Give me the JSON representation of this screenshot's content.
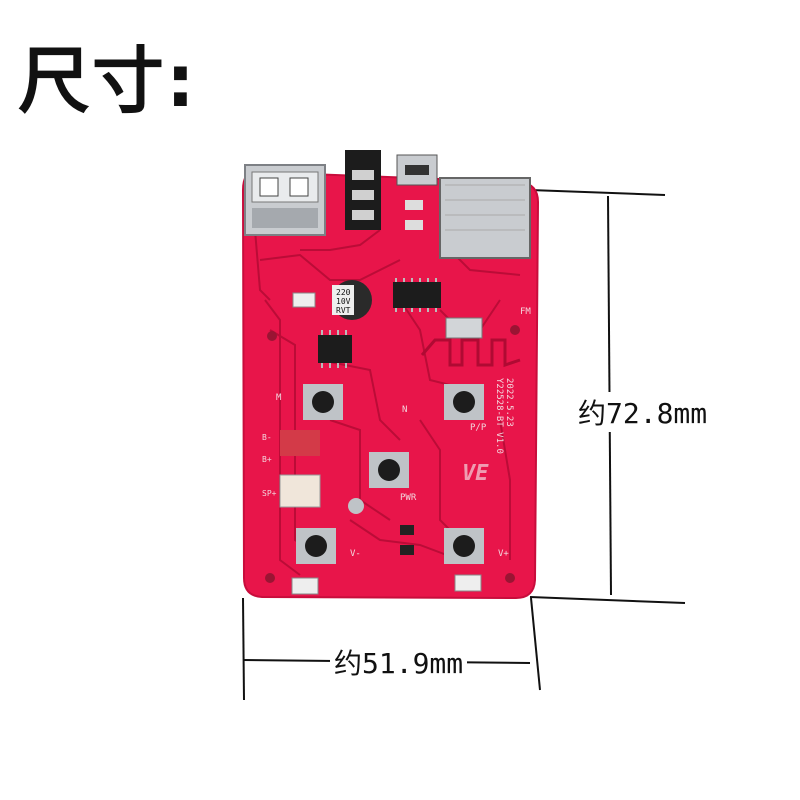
{
  "title": "尺寸:",
  "dimensions": {
    "height_label": "约72.8mm",
    "width_label": "约51.9mm"
  },
  "board": {
    "silkscreen": {
      "cap_line1": "220",
      "cap_line2": "10V",
      "cap_line3": "RVT",
      "date": "2022.5.23",
      "model": "Y22528-BT V1.0",
      "fm": "FM",
      "m": "M",
      "n": "N",
      "pp": "P/P",
      "pwr": "PWR",
      "vminus": "V-",
      "vplus": "V+",
      "b": "B-",
      "bplus": "B+",
      "sp": "SP+",
      "logo": "VE"
    }
  },
  "colors": {
    "pcb": "#e8154a",
    "pcb_edge": "#c80d3c",
    "trace": "#b00a33",
    "metal": "#c9ccd0",
    "chip": "#1c1c1c",
    "silk": "#f3d6dd"
  }
}
